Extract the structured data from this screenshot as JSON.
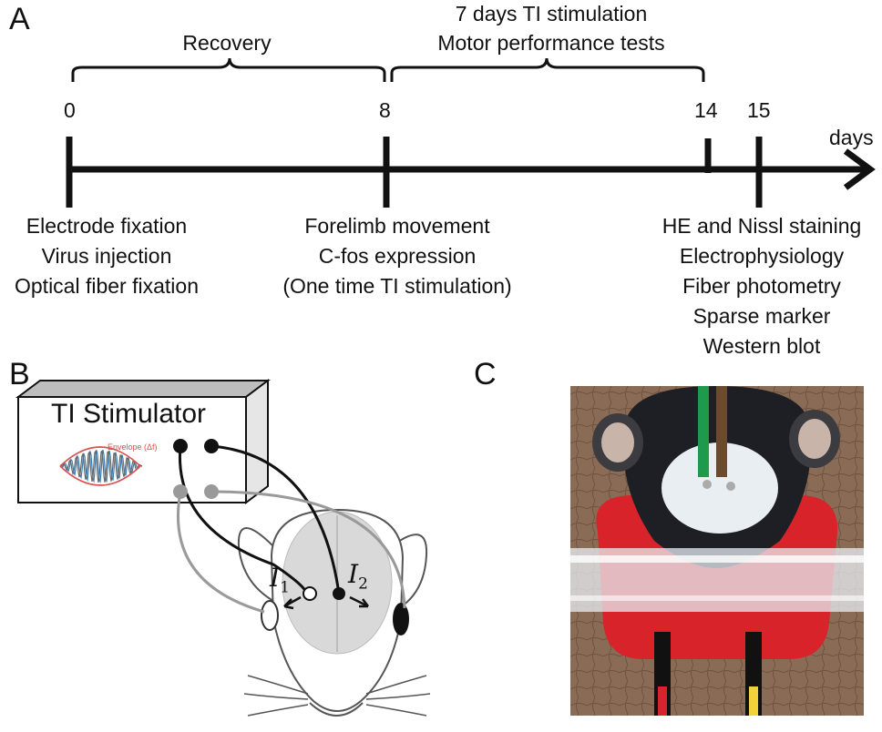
{
  "panels": {
    "a": "A",
    "b": "B",
    "c": "C"
  },
  "timeline": {
    "unit": "days",
    "ticks": [
      "0",
      "8",
      "14",
      "15"
    ],
    "brackets": {
      "recovery": "Recovery",
      "stimulation_line1": "7 days TI stimulation",
      "stimulation_line2": "Motor performance tests"
    },
    "day0_events": [
      "Electrode fixation",
      "Virus injection",
      "Optical fiber fixation"
    ],
    "day8_events": [
      "Forelimb movement",
      "C-fos expression",
      "(One time TI stimulation)"
    ],
    "day15_events": [
      "HE and Nissl staining",
      "Electrophysiology",
      "Fiber photometry",
      "Sparse marker",
      "Western blot"
    ]
  },
  "schematic": {
    "stimulator_label": "TI Stimulator",
    "envelope_label": "Envelope (Δf)",
    "current1_symbol": "I",
    "current1_sub": "1",
    "current2_symbol": "I",
    "current2_sub": "2"
  },
  "colors": {
    "ink": "#111111",
    "gray_wire": "#9a9a9a",
    "red_wave": "#d9534f",
    "blue_wave": "#3a7fb5",
    "mouse_red": "#d8232a",
    "skin": "#8a6b56"
  }
}
